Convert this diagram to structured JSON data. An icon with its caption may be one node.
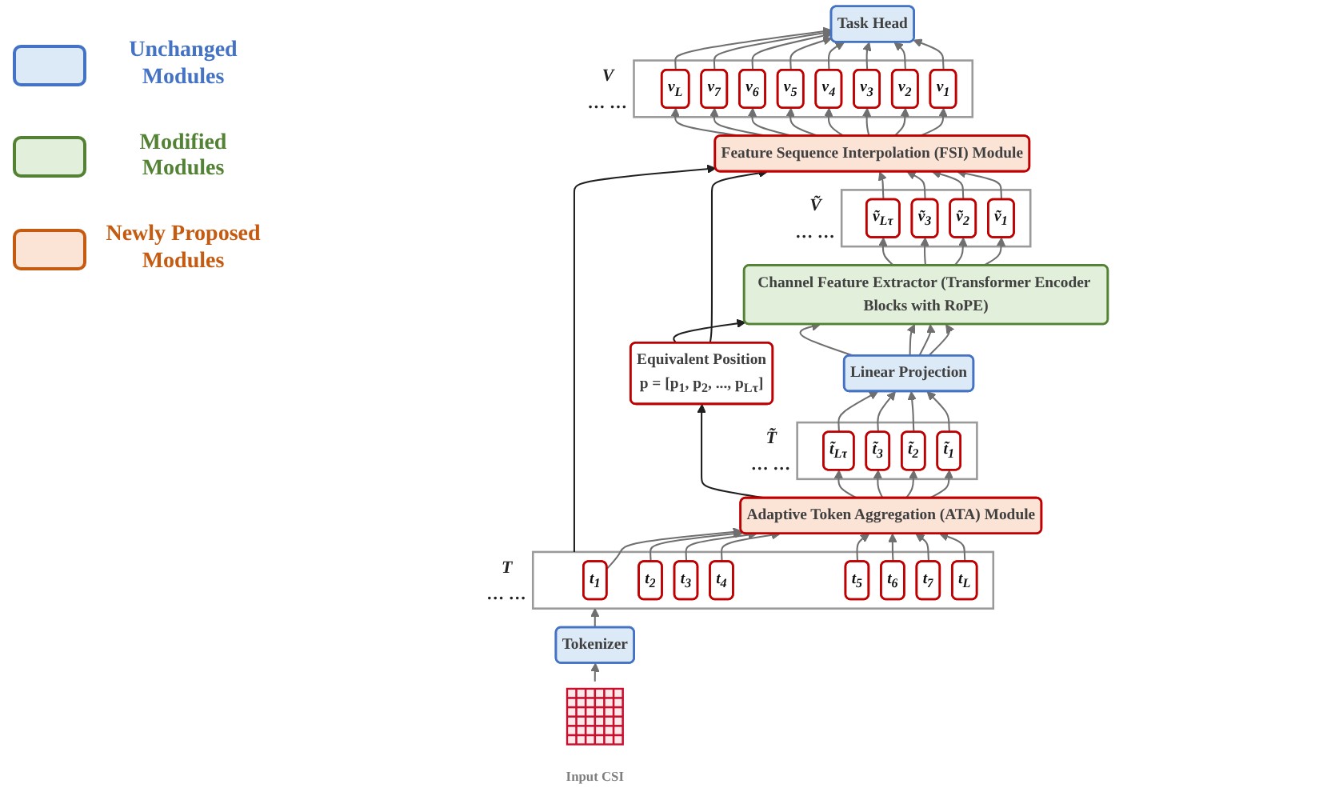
{
  "diagram": {
    "nodes": [
      {
        "text": [
          "Task Head"
        ]
      },
      {
        "text": [
          "V",
          "… …"
        ]
      },
      {
        "text": [
          "v$_{1}$"
        ],
        "in": 1
      },
      {
        "text": [
          "v$_{2}$"
        ],
        "in": 1
      },
      {
        "text": [
          "v$_{3}$"
        ],
        "in": 1
      },
      {
        "text": [
          "v$_{4}$"
        ],
        "in": 1
      },
      {
        "text": [
          "v$_{5}$"
        ],
        "in": 1
      },
      {
        "text": [
          "v$_{6}$"
        ],
        "in": 1
      },
      {
        "text": [
          "v$_{7}$"
        ],
        "in": 1
      },
      {
        "text": [
          "v$_{L}$"
        ],
        "in": 1
      },
      {
        "text": [
          "Feature Sequence Interpolation (FSI) Module"
        ]
      },
      {
        "text": [
          "Ṽ",
          "… …"
        ]
      },
      {
        "text": [
          "ṽ$_{1}$"
        ],
        "in": 11
      },
      {
        "text": [
          "ṽ$_{2}$"
        ],
        "in": 11
      },
      {
        "text": [
          "ṽ$_{3}$"
        ],
        "in": 11
      },
      {
        "text": [
          "ṽ$_{Lτ}$"
        ],
        "in": 11
      },
      {
        "text": [
          "Channel Feature Extractor (Transformer Encoder Blocks with RoPE)"
        ]
      },
      {
        "text": [
          "Equivalent Position",
          "p = [p$_{1}$, p$_{2}$, ..., p$_{Lτ}$]"
        ]
      },
      {
        "text": [
          "Linear Projection"
        ]
      },
      {
        "text": [
          "T̃",
          "… …"
        ]
      },
      {
        "text": [
          "t̃$_{1}$"
        ],
        "in": 19
      },
      {
        "text": [
          "t̃$_{2}$"
        ],
        "in": 19
      },
      {
        "text": [
          "t̃$_{3}$"
        ],
        "in": 19
      },
      {
        "text": [
          "t̃$_{Lτ}$"
        ],
        "in": 19
      },
      {
        "text": [
          "Adaptive Token Aggregation (ATA) Module"
        ]
      },
      {
        "text": [],
        "shape": "picture",
        "beside": [
          "Input CSI"
        ]
      },
      {
        "text": [
          "Tokenizer"
        ]
      },
      {
        "text": [
          "T",
          "… …"
        ]
      },
      {
        "text": [
          "t$_{1}$"
        ],
        "in": 27
      },
      {
        "text": [
          "t$_{2}$"
        ],
        "in": 27
      },
      {
        "text": [
          "t$_{3}$"
        ],
        "in": 27
      },
      {
        "text": [
          "t$_{4}$"
        ],
        "in": 27
      },
      {
        "text": [
          "t$_{5}$"
        ],
        "in": 27
      },
      {
        "text": [
          "t$_{6}$"
        ],
        "in": 27
      },
      {
        "text": [
          "t$_{7}$"
        ],
        "in": 27
      },
      {
        "text": [
          "t$_{L}$"
        ],
        "in": 27
      }
    ],
    "edges": [
      {
        "from": 2,
        "to": 0,
        "arrow": "to"
      },
      {
        "from": 3,
        "to": 0,
        "arrow": "to"
      },
      {
        "from": 4,
        "to": 0,
        "arrow": "to"
      },
      {
        "from": 5,
        "to": 0,
        "arrow": "to"
      },
      {
        "from": 6,
        "to": 0,
        "arrow": "to"
      },
      {
        "from": 7,
        "to": 0,
        "arrow": "to"
      },
      {
        "from": 8,
        "to": 0,
        "arrow": "to"
      },
      {
        "from": 9,
        "to": 0,
        "arrow": "to"
      },
      {
        "from": 10,
        "to": 2,
        "arrow": "to"
      },
      {
        "from": 10,
        "to": 3,
        "arrow": "to"
      },
      {
        "from": 10,
        "to": 4,
        "arrow": "to"
      },
      {
        "from": 10,
        "to": 5,
        "arrow": "to"
      },
      {
        "from": 10,
        "to": 6,
        "arrow": "to"
      },
      {
        "from": 10,
        "to": 7,
        "arrow": "to"
      },
      {
        "from": 10,
        "to": 8,
        "arrow": "to"
      },
      {
        "from": 10,
        "to": 9,
        "arrow": "to"
      },
      {
        "from": 12,
        "to": 10,
        "arrow": "to"
      },
      {
        "from": 13,
        "to": 10,
        "arrow": "to"
      },
      {
        "from": 14,
        "to": 10,
        "arrow": "to"
      },
      {
        "from": 15,
        "to": 10,
        "arrow": "to"
      },
      {
        "from": 16,
        "to": 12,
        "arrow": "to"
      },
      {
        "from": 16,
        "to": 13,
        "arrow": "to"
      },
      {
        "from": 16,
        "to": 14,
        "arrow": "to"
      },
      {
        "from": 16,
        "to": 15,
        "arrow": "to"
      },
      {
        "from": 18,
        "to": 16,
        "arrow": "to"
      },
      {
        "from": 18,
        "to": 16,
        "arrow": "to"
      },
      {
        "from": 18,
        "to": 16,
        "arrow": "to"
      },
      {
        "from": 18,
        "to": 16,
        "arrow": "to"
      },
      {
        "from": 20,
        "to": 18,
        "arrow": "to"
      },
      {
        "from": 21,
        "to": 18,
        "arrow": "to"
      },
      {
        "from": 22,
        "to": 18,
        "arrow": "to"
      },
      {
        "from": 23,
        "to": 18,
        "arrow": "to"
      },
      {
        "from": 24,
        "to": 20,
        "arrow": "to"
      },
      {
        "from": 24,
        "to": 21,
        "arrow": "to"
      },
      {
        "from": 24,
        "to": 22,
        "arrow": "to"
      },
      {
        "from": 24,
        "to": 23,
        "arrow": "to"
      },
      {
        "from": 28,
        "to": 24,
        "arrow": "to"
      },
      {
        "from": 29,
        "to": 24,
        "arrow": "to"
      },
      {
        "from": 30,
        "to": 24,
        "arrow": "to"
      },
      {
        "from": 31,
        "to": 24,
        "arrow": "to"
      },
      {
        "from": 32,
        "to": 24,
        "arrow": "to"
      },
      {
        "from": 33,
        "to": 24,
        "arrow": "to"
      },
      {
        "from": 34,
        "to": 24,
        "arrow": "to"
      },
      {
        "from": 35,
        "to": 24,
        "arrow": "to"
      },
      {
        "from": 24,
        "to": 17,
        "arrow": "to",
        "color": "#1f1f1f"
      },
      {
        "from": 17,
        "to": 10,
        "arrow": "to",
        "color": "#1f1f1f"
      },
      {
        "from": 17,
        "to": 16,
        "arrow": "to",
        "color": "#1f1f1f"
      },
      {
        "from": 27,
        "to": 10,
        "arrow": "to",
        "color": "#1f1f1f"
      },
      {
        "from": 25,
        "to": 26,
        "arrow": "to"
      },
      {
        "from": 26,
        "to": 27,
        "arrow": "to"
      }
    ],
    "legend": [
      {
        "text": "Unchanged Modules",
        "color": "#dce9f6"
      },
      {
        "text": "Modified Modules",
        "color": "#e2efda"
      },
      {
        "text": "Newly Proposed Modules",
        "color": "#fbe3d6"
      }
    ]
  }
}
